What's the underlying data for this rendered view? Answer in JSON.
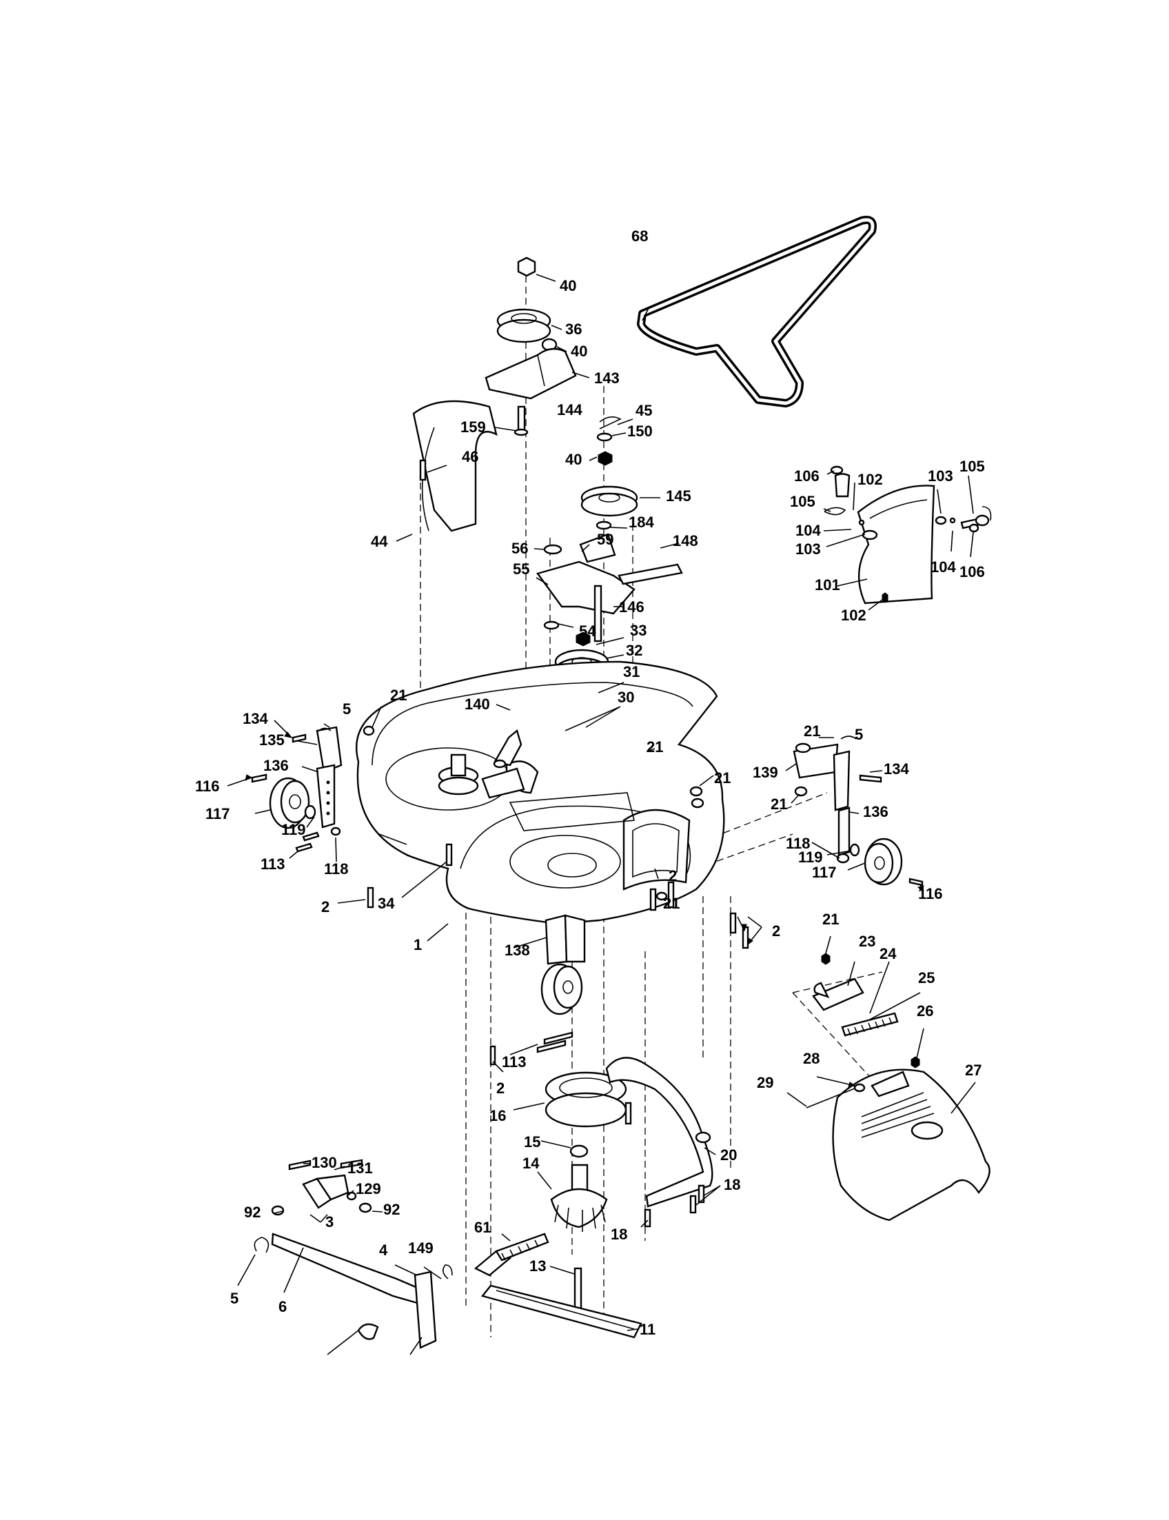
{
  "diagram": {
    "callouts": [
      {
        "id": "c-40-top",
        "text": "40"
      },
      {
        "id": "c-36",
        "text": "36"
      },
      {
        "id": "c-40-mid",
        "text": "40"
      },
      {
        "id": "c-143",
        "text": "143"
      },
      {
        "id": "c-144",
        "text": "144"
      },
      {
        "id": "c-159",
        "text": "159"
      },
      {
        "id": "c-45",
        "text": "45"
      },
      {
        "id": "c-150",
        "text": "150"
      },
      {
        "id": "c-40-low",
        "text": "40"
      },
      {
        "id": "c-46",
        "text": "46"
      },
      {
        "id": "c-44",
        "text": "44"
      },
      {
        "id": "c-145",
        "text": "145"
      },
      {
        "id": "c-184",
        "text": "184"
      },
      {
        "id": "c-56",
        "text": "56"
      },
      {
        "id": "c-59",
        "text": "59"
      },
      {
        "id": "c-148",
        "text": "148"
      },
      {
        "id": "c-55",
        "text": "55"
      },
      {
        "id": "c-146",
        "text": "146"
      },
      {
        "id": "c-54",
        "text": "54"
      },
      {
        "id": "c-33",
        "text": "33"
      },
      {
        "id": "c-32",
        "text": "32"
      },
      {
        "id": "c-31",
        "text": "31"
      },
      {
        "id": "c-30",
        "text": "30"
      },
      {
        "id": "c-140",
        "text": "140"
      },
      {
        "id": "c-68",
        "text": "68"
      },
      {
        "id": "c-106a",
        "text": "106"
      },
      {
        "id": "c-102a",
        "text": "102"
      },
      {
        "id": "c-103a",
        "text": "103"
      },
      {
        "id": "c-105a",
        "text": "105"
      },
      {
        "id": "c-105b",
        "text": "105"
      },
      {
        "id": "c-104a",
        "text": "104"
      },
      {
        "id": "c-103b",
        "text": "103"
      },
      {
        "id": "c-104b",
        "text": "104"
      },
      {
        "id": "c-106b",
        "text": "106"
      },
      {
        "id": "c-101",
        "text": "101"
      },
      {
        "id": "c-102b",
        "text": "102"
      },
      {
        "id": "c-134-left",
        "text": "134"
      },
      {
        "id": "c-5-left",
        "text": "5"
      },
      {
        "id": "c-21-left",
        "text": "21"
      },
      {
        "id": "c-135",
        "text": "135"
      },
      {
        "id": "c-136-left",
        "text": "136"
      },
      {
        "id": "c-116-left",
        "text": "116"
      },
      {
        "id": "c-117-left",
        "text": "117"
      },
      {
        "id": "c-119-left",
        "text": "119"
      },
      {
        "id": "c-113-left",
        "text": "113"
      },
      {
        "id": "c-118-left",
        "text": "118"
      },
      {
        "id": "c-2-left",
        "text": "2"
      },
      {
        "id": "c-34",
        "text": "34"
      },
      {
        "id": "c-1",
        "text": "1"
      },
      {
        "id": "c-21-center",
        "text": "21"
      },
      {
        "id": "c-21-right",
        "text": "21"
      },
      {
        "id": "c-21-top-right",
        "text": "21"
      },
      {
        "id": "c-5-right",
        "text": "5"
      },
      {
        "id": "c-139",
        "text": "139"
      },
      {
        "id": "c-134-right",
        "text": "134"
      },
      {
        "id": "c-21-r2",
        "text": "21"
      },
      {
        "id": "c-136-right",
        "text": "136"
      },
      {
        "id": "c-118-right",
        "text": "118"
      },
      {
        "id": "c-119-right",
        "text": "119"
      },
      {
        "id": "c-117-right",
        "text": "117"
      },
      {
        "id": "c-116-right",
        "text": "116"
      },
      {
        "id": "c-2-deck",
        "text": "2"
      },
      {
        "id": "c-21-deck",
        "text": "21"
      },
      {
        "id": "c-2-right",
        "text": "2"
      },
      {
        "id": "c-138",
        "text": "138"
      },
      {
        "id": "c-21-bracket",
        "text": "21"
      },
      {
        "id": "c-23",
        "text": "23"
      },
      {
        "id": "c-24",
        "text": "24"
      },
      {
        "id": "c-25",
        "text": "25"
      },
      {
        "id": "c-26",
        "text": "26"
      },
      {
        "id": "c-27",
        "text": "27"
      },
      {
        "id": "c-28",
        "text": "28"
      },
      {
        "id": "c-29",
        "text": "29"
      },
      {
        "id": "c-113-center",
        "text": "113"
      },
      {
        "id": "c-2-center",
        "text": "2"
      },
      {
        "id": "c-16",
        "text": "16"
      },
      {
        "id": "c-15",
        "text": "15"
      },
      {
        "id": "c-14",
        "text": "14"
      },
      {
        "id": "c-20",
        "text": "20"
      },
      {
        "id": "c-18-right",
        "text": "18"
      },
      {
        "id": "c-18-left",
        "text": "18"
      },
      {
        "id": "c-13",
        "text": "13"
      },
      {
        "id": "c-11",
        "text": "11"
      },
      {
        "id": "c-61",
        "text": "61"
      },
      {
        "id": "c-149",
        "text": "149"
      },
      {
        "id": "c-4",
        "text": "4"
      },
      {
        "id": "c-130",
        "text": "130"
      },
      {
        "id": "c-131",
        "text": "131"
      },
      {
        "id": "c-129",
        "text": "129"
      },
      {
        "id": "c-92-left",
        "text": "92"
      },
      {
        "id": "c-92-right",
        "text": "92"
      },
      {
        "id": "c-3",
        "text": "3"
      },
      {
        "id": "c-5-bottom",
        "text": "5"
      },
      {
        "id": "c-6",
        "text": "6"
      }
    ]
  }
}
